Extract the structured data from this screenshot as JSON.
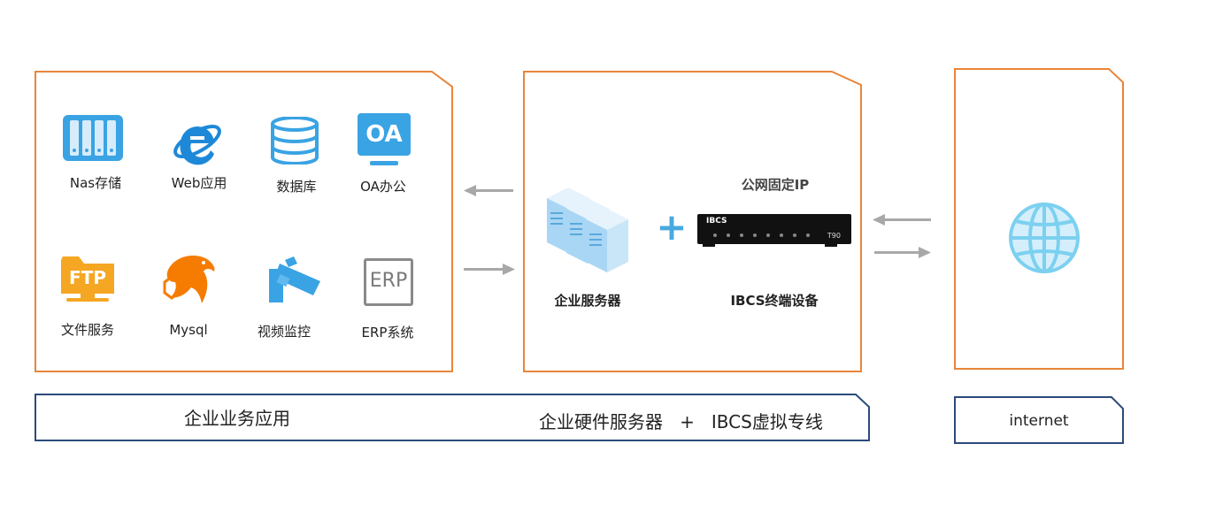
{
  "colors": {
    "orange_border": "#e8853a",
    "navy_border": "#2b4a7a",
    "arrow": "#a8a8a8",
    "icon_blue": "#3aa3e3",
    "icon_orange": "#f5a623",
    "plus_blue": "#4aa8e0"
  },
  "apps": [
    {
      "label": "Nas存储",
      "icon": "nas-storage-icon"
    },
    {
      "label": "Web应用",
      "icon": "ie-browser-icon"
    },
    {
      "label": "数据库",
      "icon": "database-icon"
    },
    {
      "label": "OA办公",
      "icon": "oa-monitor-icon"
    },
    {
      "label": "文件服务",
      "icon": "ftp-folder-icon"
    },
    {
      "label": "Mysql",
      "icon": "mysql-dolphin-icon"
    },
    {
      "label": "视频监控",
      "icon": "camera-icon"
    },
    {
      "label": "ERP系统",
      "icon": "erp-icon"
    }
  ],
  "ftp_text": "FTP",
  "oa_text": "OA",
  "erp_text": "ERP",
  "middle": {
    "server_label": "企业服务器",
    "plus": "+",
    "public_ip_label": "公网固定IP",
    "device_label": "IBCS终端设备",
    "device_brand": "IBCS",
    "device_model": "T90"
  },
  "bars": {
    "left": "企业业务应用",
    "right": "企业硬件服务器   +   IBCS虚拟专线",
    "internet": "internet"
  }
}
